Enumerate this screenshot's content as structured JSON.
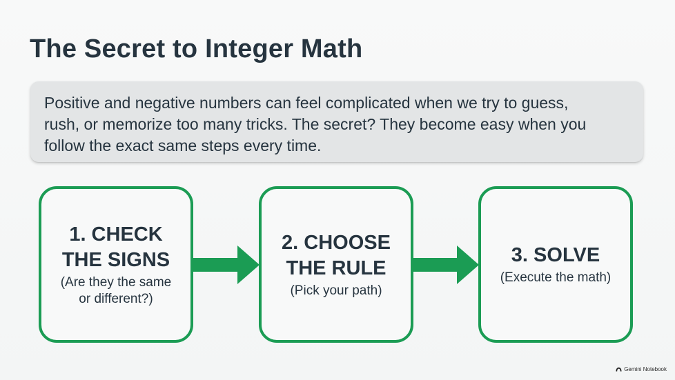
{
  "slide": {
    "title": "The Secret to Integer Math",
    "intro": {
      "line1": "Positive and negative numbers can feel complicated when we try to guess,",
      "line2": "rush, or memorize too many tricks. The secret? They become easy when you",
      "line3": "follow the exact same steps every time."
    },
    "steps": [
      {
        "title_line1": "1. CHECK",
        "title_line2": "THE SIGNS",
        "sub_line1": "(Are they the same",
        "sub_line2": "or different?)"
      },
      {
        "title_line1": "2. CHOOSE",
        "title_line2": "THE RULE",
        "sub_line1": "(Pick your path)"
      },
      {
        "title_line1": "3. SOLVE",
        "sub_line1": "(Execute the math)"
      }
    ],
    "brand": "Gemini Notebook"
  },
  "colors": {
    "accent_green": "#1b9c54",
    "text_dark": "#26343f",
    "intro_box": "#e3e5e6"
  },
  "icons": {
    "arrow": "right-arrow-icon",
    "brand": "notebook-logo-icon"
  }
}
